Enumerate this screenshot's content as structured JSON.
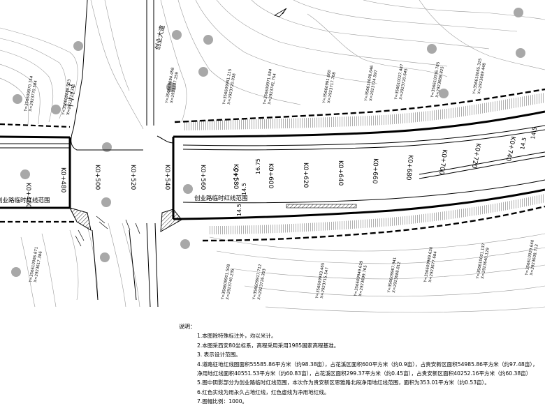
{
  "drawing": {
    "road_name": "创业大道",
    "temporary_redline_label": "创业路临时红线范围",
    "temporary_redline_label_left": "创业路临时红线范围",
    "stake_labels": [
      "K0+460",
      "K0+480",
      "K0+500",
      "K0+520",
      "K0+540",
      "K0+560",
      "K0+580",
      "K0+600",
      "K0+620",
      "K0+640",
      "K0+660",
      "K0+680",
      "K0+700",
      "K0+720",
      "K0+740"
    ],
    "width_labels": [
      "14.5",
      "16.75",
      "14.5",
      "14.5",
      "14.5",
      "14.5"
    ],
    "coordinate_pairs": [
      {
        "y": "Y=356609870.754",
        "x": "X=2923770.584"
      },
      {
        "y": "Y=356609888.523",
        "x": "X=2923729.311"
      },
      {
        "y": "Y=356609894.458",
        "x": "X=2923737.159"
      },
      {
        "y": "Y=356609951.215",
        "x": "X=2923720.038"
      },
      {
        "y": "Y=356609971.084",
        "x": "X=2923741.754"
      },
      {
        "y": "Y=35660991.860",
        "x": "X=2923717.768"
      },
      {
        "y": "Y=356610008.646",
        "x": "X=2923724.597"
      },
      {
        "y": "Y=356610027.487",
        "x": "X=2923720.645"
      },
      {
        "y": "Y=356610036.785",
        "x": "X=2923688.825"
      },
      {
        "y": "Y=356610065.315",
        "x": "X=2923689.448"
      },
      {
        "y": "Y=356610086.871",
        "x": "X=2923617.386"
      },
      {
        "y": "Y=356609901.508",
        "x": "X=2923740.235"
      },
      {
        "y": "Y=356609917.712",
        "x": "X=2923726.353"
      },
      {
        "y": "Y=356609933.465",
        "x": "X=2923715.547"
      },
      {
        "y": "Y=356609949.619",
        "x": "X=2923699.765"
      },
      {
        "y": "Y=356609967.941",
        "x": "X=2923688.812"
      },
      {
        "y": "Y=356609989.630",
        "x": "X=2923677.684"
      },
      {
        "y": "Y=356610001.137",
        "x": "X=2923640.129"
      },
      {
        "y": "Y=356610029.640",
        "x": "X=2923608.713"
      }
    ]
  },
  "notes": {
    "title": "说明：",
    "lines": [
      "1.本图除特殊标注外，均以米计。",
      "2.本图采西安80坐标系，高程采用采用1985国家高程基准。",
      "3.              表示设计范围。",
      "4.道路征地红线图面积55585.86平方米（约98.38亩），占花溪区面积600平方米（约0.9亩），占贵安新区面积54985.86平方米（约97.48亩），",
      "   净用地红线面积40551.53平方米（约60.83亩），占花溪区面积299.37平方米（约0.45亩），占贵安新区面积40252.16平方米（约60.38亩）",
      "5.图中阴影部分为创业路临时红线范围，本次作为贵安新区思雅路北段净用地红线范围，面积为353.01平方米（约0.53亩）。",
      "6.红色实线为用永久占地红线，红色虚线为净用地红线。",
      "7.图幅比例：1000。"
    ]
  }
}
